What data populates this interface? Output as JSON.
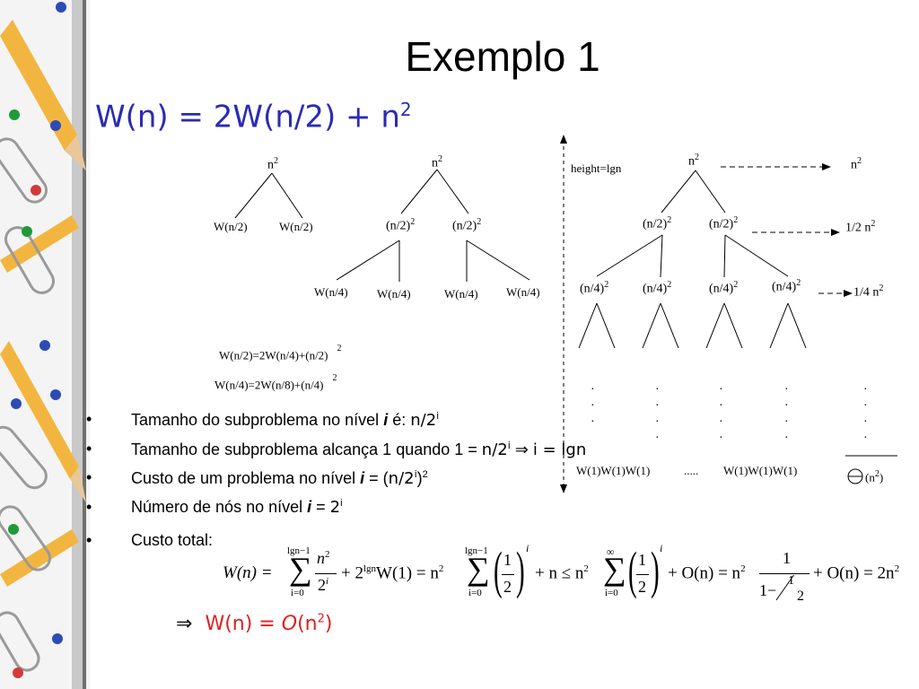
{
  "title": "Exemplo 1",
  "recurrence": {
    "lhs": "W(n) = 2W(n/2) + n",
    "exp": "2"
  },
  "tree1": {
    "root": "n",
    "root_exp": "2",
    "left": "W(n/2)",
    "right": "W(n/2)"
  },
  "tree2": {
    "root": "n",
    "root_exp": "2",
    "mid_left": "(n/2)",
    "mid_right": "(n/2)",
    "mid_exp": "2",
    "leaves": [
      "W(n/4)",
      "W(n/4)",
      "W(n/4)",
      "W(n/4)"
    ]
  },
  "equations": [
    {
      "text": "W(n/2)=2W(n/4)+(n/2)",
      "exp": "2"
    },
    {
      "text": "W(n/4)=2W(n/8)+(n/4)",
      "exp": "2"
    }
  ],
  "tree3": {
    "height_label": "height=lgn",
    "root": "n",
    "root_exp": "2",
    "level1": [
      "(n/2)",
      "(n/2)"
    ],
    "level1_exp": "2",
    "level2": [
      "(n/4)",
      "(n/4)",
      "(n/4)",
      "(n/4)"
    ],
    "level2_exp": "2",
    "level_costs": [
      {
        "prefix": "n",
        "exp": "2"
      },
      {
        "prefix": "1/2 n",
        "exp": "2"
      },
      {
        "prefix": "1/4 n",
        "exp": "2"
      }
    ],
    "bottom_left": "W(1)W(1)W(1)",
    "ellipsis": ".....",
    "bottom_right": "W(1)W(1)W(1)",
    "total_prefix": "(n",
    "total_exp": "2",
    "total_suffix": ")"
  },
  "bullets": [
    {
      "marker": "•",
      "a": "Tamanho do subproblema no nível ",
      "b": "i",
      "c": " é: ",
      "d": "n/2",
      "e": "i"
    },
    {
      "marker": "•",
      "a": "Tamanho de subproblema alcança 1 quando 1 = ",
      "d": "n/2",
      "e": "i",
      "f": " ⇒ ",
      "g": "i = lgn"
    },
    {
      "marker": "•",
      "a": "Custo de um problema no nível ",
      "b": "i",
      "c": " = (",
      "d": "n/2",
      "e": "i",
      "f": ")",
      "g": "2"
    },
    {
      "marker": "•",
      "a": "Número de nós no nível ",
      "b": "i",
      "c": " = ",
      "d": "2",
      "e": "i"
    },
    {
      "marker": "•",
      "a": "Custo total:"
    }
  ],
  "formula": {
    "w_n": "W(n) =",
    "upper1": "lgn−1",
    "lower1": "i=0",
    "sigma": "∑",
    "frac1_num": "n",
    "frac1_num_exp": "2",
    "frac1_den": "2",
    "frac1_den_exp": "i",
    "plus_2": "+ 2",
    "lgn_exp": "lgn",
    "w1_eq": "W(1) = n",
    "n2_exp": "2",
    "upper2": "lgn−1",
    "lower2": "i=0",
    "half_num": "1",
    "half_den": "2",
    "paren_exp": "i",
    "plus_n_le": "+ n ≤ n",
    "n2_exp_b": "2",
    "upper3": "∞",
    "lower3": "i=0",
    "half_num2": "1",
    "half_den2": "2",
    "paren_exp2": "i",
    "plus_on": "+ O(n) = n",
    "n2_exp_c": "2",
    "big_num": "1",
    "big_den": "1−",
    "small_num": "1",
    "small_den": "2",
    "end": "+ O(n) = 2n",
    "end_exp": "2"
  },
  "conclusion": {
    "arrow": "⇒",
    "result": "W(n) = ",
    "o": "O",
    "arg": "(n",
    "exp": "2",
    "close": ")"
  },
  "colors": {
    "title": "#000000",
    "recurrence": "#2b2bb5",
    "conclusion": "#e02020"
  }
}
